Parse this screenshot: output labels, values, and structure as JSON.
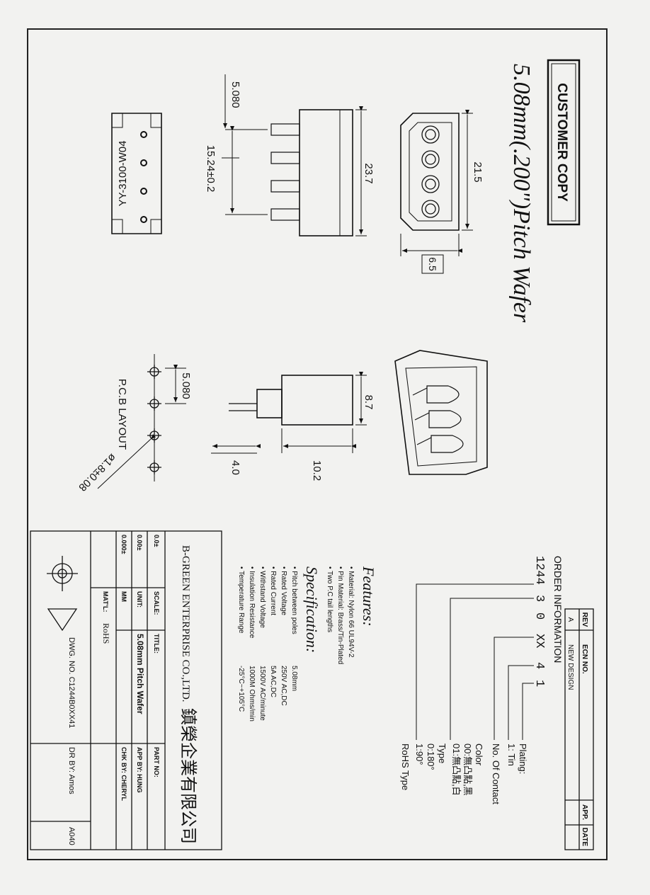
{
  "stamp": {
    "label": "CUSTOMER COPY"
  },
  "title": "5.08mm(.200\")Pitch Wafer",
  "dimensions": {
    "d21_5": "21.5",
    "d6_5": "6.5",
    "d23_7": "23.7",
    "d5_080_top": "5.080",
    "d15_24": "15.24±0.2",
    "d8_7": "8.7",
    "d10_2": "10.2",
    "d4_0": "4.0",
    "d5_080_pcb": "5.080",
    "hole": "ø1.8±0.08"
  },
  "part_marking": "YY-3100-W04",
  "pcb_layout_label": "P.C.B LAYOUT",
  "revision_table": {
    "headers": [
      "REV",
      "ECN NO.",
      "APP.",
      "DATE"
    ],
    "row": [
      "A",
      "NEW DESIGN",
      "",
      ""
    ]
  },
  "order_info": {
    "title": "ORDER INFORMATION",
    "code": [
      "1244",
      "3",
      "0",
      "XX",
      "4",
      "1"
    ],
    "legend": [
      [
        "Plating:",
        "1: Tin"
      ],
      [
        "No. Of Contact"
      ],
      [
        "Color",
        "00:無凸點,黑",
        "01:無凸點,白"
      ],
      [
        "Type",
        "0:180°",
        "1:90°"
      ],
      [
        "RoHS Type"
      ]
    ]
  },
  "features": {
    "title": "Features:",
    "items": [
      "• Material: Nylon 66 UL94V-2",
      "• Pin Material: Brass/Tin-Plated",
      "• Two P.C tail lengths"
    ]
  },
  "specification": {
    "title": "Specification:",
    "rows": [
      [
        "• Pitch between poles",
        "5.08mm"
      ],
      [
        "• Rated Voltage",
        "250V AC,DC"
      ],
      [
        "• Rated Current",
        "5A AC,DC"
      ],
      [
        "• Withstand Voltage",
        "1500V AC/minute"
      ],
      [
        "• Insulation Resistance",
        "1000M Ohms/min"
      ],
      [
        "• Temperature Range",
        "-25°C~+105°C"
      ]
    ]
  },
  "title_block": {
    "company_en": "B-GREEN ENTERPRISE CO.,LTD.",
    "company_cn": "鎮榮企業有限公司",
    "tolerances": [
      "0.0±",
      "0.00±",
      "0.000±"
    ],
    "scale_label": "SCALE:",
    "unit_label": "UNIT:",
    "unit_value": "MM",
    "title_label": "TITLE:",
    "title_value": "5.08mm Pitch Wafer",
    "part_no_label": "PART NO:",
    "matl_label": "MAT'L:",
    "matl_value": "RoHS",
    "app_by": "APP BY: HUNG",
    "chk_by": "CHK BY: CHERYL",
    "dwg_no": "DWG. NO. C1244B0XX41",
    "dr_by": "DR BY: Amos",
    "sheet_size": "A040"
  }
}
